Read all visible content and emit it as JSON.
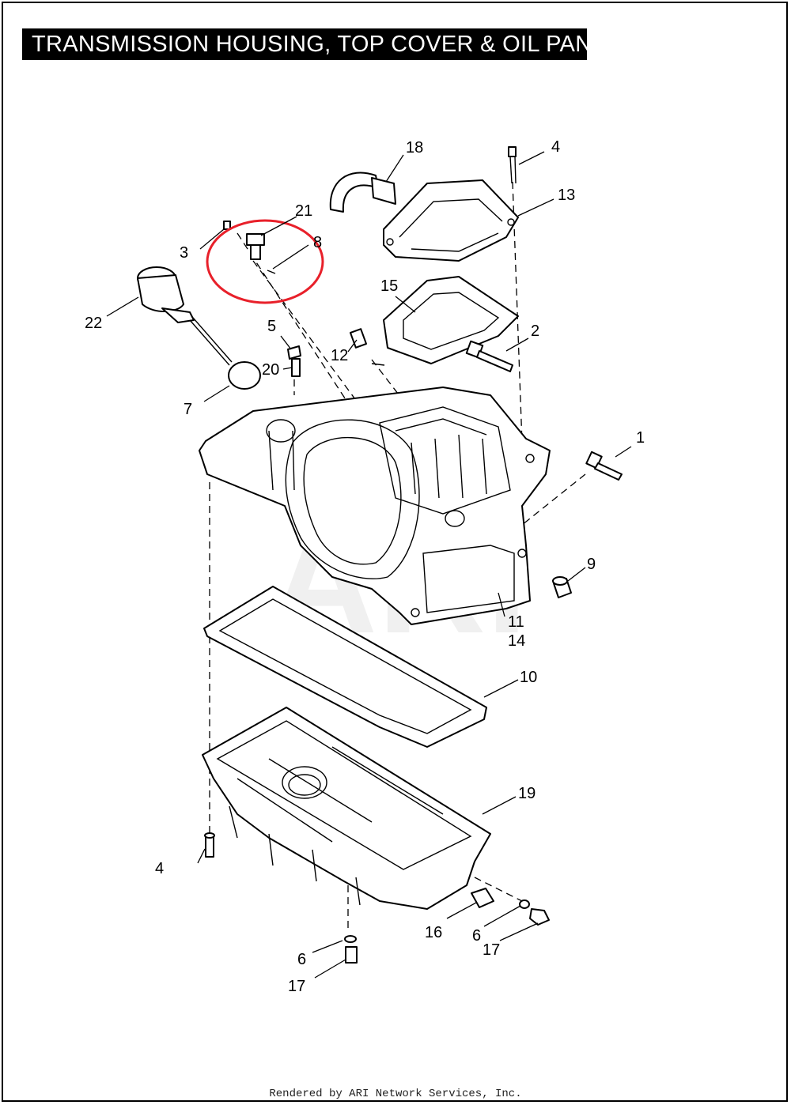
{
  "title": "TRANSMISSION HOUSING, TOP COVER & OIL PAN",
  "footer": "Rendered by ARI Network Services, Inc.",
  "watermark": "ARI",
  "highlight_color": "#e8202a",
  "callouts": {
    "c1": "1",
    "c2": "2",
    "c3": "3",
    "c4a": "4",
    "c4b": "4",
    "c5": "5",
    "c6a": "6",
    "c6b": "6",
    "c7": "7",
    "c8": "8",
    "c9": "9",
    "c10": "10",
    "c11": "11",
    "c12": "12",
    "c13": "13",
    "c14": "14",
    "c15": "15",
    "c16": "16",
    "c17a": "17",
    "c17b": "17",
    "c18": "18",
    "c19": "19",
    "c20": "20",
    "c21": "21",
    "c22": "22"
  }
}
